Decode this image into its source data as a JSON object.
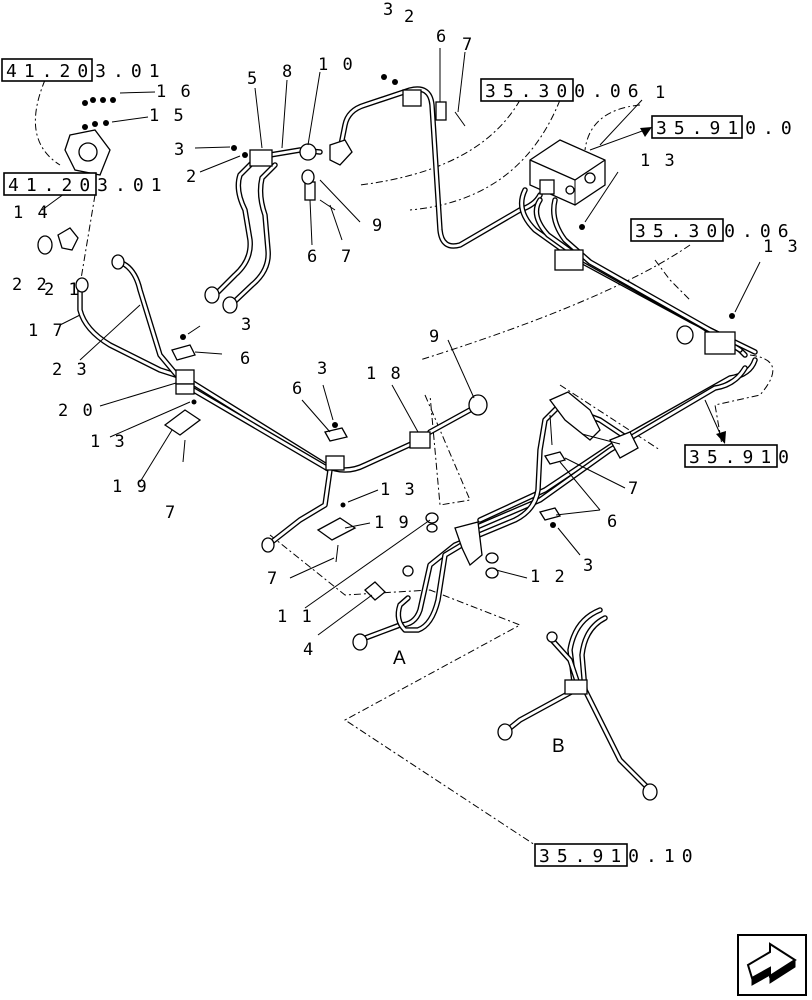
{
  "references": {
    "ref_top_left": "41.203.01",
    "ref_left_mid": "41.203.01",
    "ref_top_center": "35.300.06",
    "ref_top_right": "35.910.0",
    "ref_right_mid": "35.300.06",
    "ref_right_low": "35.910",
    "ref_bottom": "35.910.10"
  },
  "callouts": {
    "c3_top": "3",
    "c2_top": "2",
    "c6_top": "6",
    "c7_top": "7",
    "c1": "1",
    "c13_a": "1 3",
    "c13_b": "1 3",
    "c5": "5",
    "c8": "8",
    "c10": "1 0",
    "c3_left": "3",
    "c2_left": "2",
    "c9_top": "9",
    "c6_mid": "6",
    "c7_mid": "7",
    "c16": "1 6",
    "c15": "1 5",
    "c14": "1 4",
    "c22": "2 2",
    "c21": "2 1",
    "c17": "1 7",
    "c23": "2 3",
    "c3_m1": "3",
    "c6_m1": "6",
    "c20": "2 0",
    "c13_c": "1 3",
    "c19_a": "1 9",
    "c7_l": "7",
    "c3_m2": "3",
    "c6_m2": "6",
    "c18": "1 8",
    "c9_mid": "9",
    "c13_d": "1 3",
    "c19_b": "1 9",
    "c7_b": "7",
    "c11": "1 1",
    "c4": "4",
    "c12": "1 2",
    "c7_r": "7",
    "c6_r": "6",
    "c3_r": "3"
  },
  "views": {
    "view_a": "A",
    "view_b": "B"
  },
  "nav_icon": "next-page-arrow-icon"
}
